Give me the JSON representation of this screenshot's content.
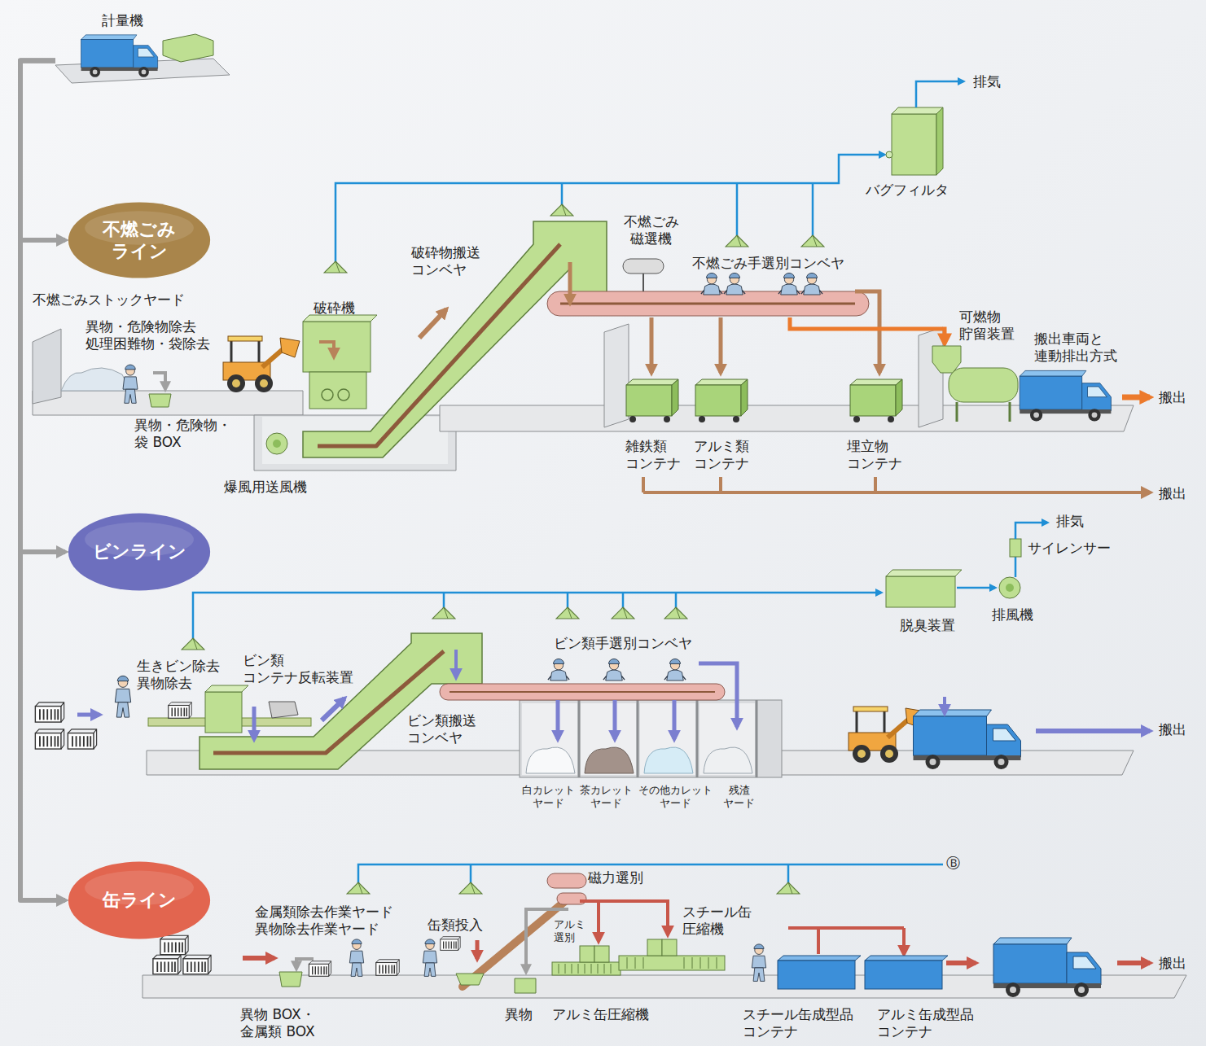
{
  "diagram": {
    "nodes": [
      {
        "text": [
          "計量機"
        ]
      },
      {
        "text": [
          "不燃ごみ ライン"
        ]
      },
      {
        "text": [
          "ビンライン"
        ]
      },
      {
        "text": [
          "缶ライン"
        ]
      }
    ],
    "edges": [
      {
        "from": 0,
        "to": 1,
        "arrow": "to"
      },
      {
        "from": 0,
        "to": 2,
        "arrow": "to"
      },
      {
        "from": 0,
        "to": 3,
        "arrow": "to"
      }
    ],
    "labels": [
      "不燃ごみストックヤード",
      "異物・危険物除去 処理困難物・袋除去",
      "異物・危険物・ 袋 BOX",
      "破砕機",
      "爆風用送風機",
      "破砕物搬送 コンベヤ",
      "不燃ごみ 磁選機",
      "不燃ごみ手選別コンベヤ",
      "可燃物 貯留装置",
      "搬出車両と 連動排出方式",
      "搬出",
      "雑鉄類 コンテナ",
      "アルミ類 コンテナ",
      "埋立物 コンテナ",
      "搬出",
      "バグフィルタ",
      "排気",
      "排気",
      "サイレンサー",
      "排風機",
      "脱臭装置",
      "生きビン除去 異物除去",
      "ビン類 コンテナ反転装置",
      "ビン類手選別コンベヤ",
      "ビン類搬送 コンベヤ",
      "白カレット ヤード",
      "茶カレット ヤード",
      "その他カレット ヤード",
      "残渣 ヤード",
      "搬出",
      "Ⓑ",
      "磁力選別",
      "金属類除去作業ヤード 異物除去作業ヤード",
      "スチール缶 圧縮機",
      "缶類投入",
      "アルミ 選別",
      "搬出",
      "異物 BOX・ 金属類 BOX",
      "異物",
      "アルミ缶圧縮機",
      "スチール缶成型品 コンテナ",
      "アルミ缶成型品 コンテナ"
    ]
  }
}
